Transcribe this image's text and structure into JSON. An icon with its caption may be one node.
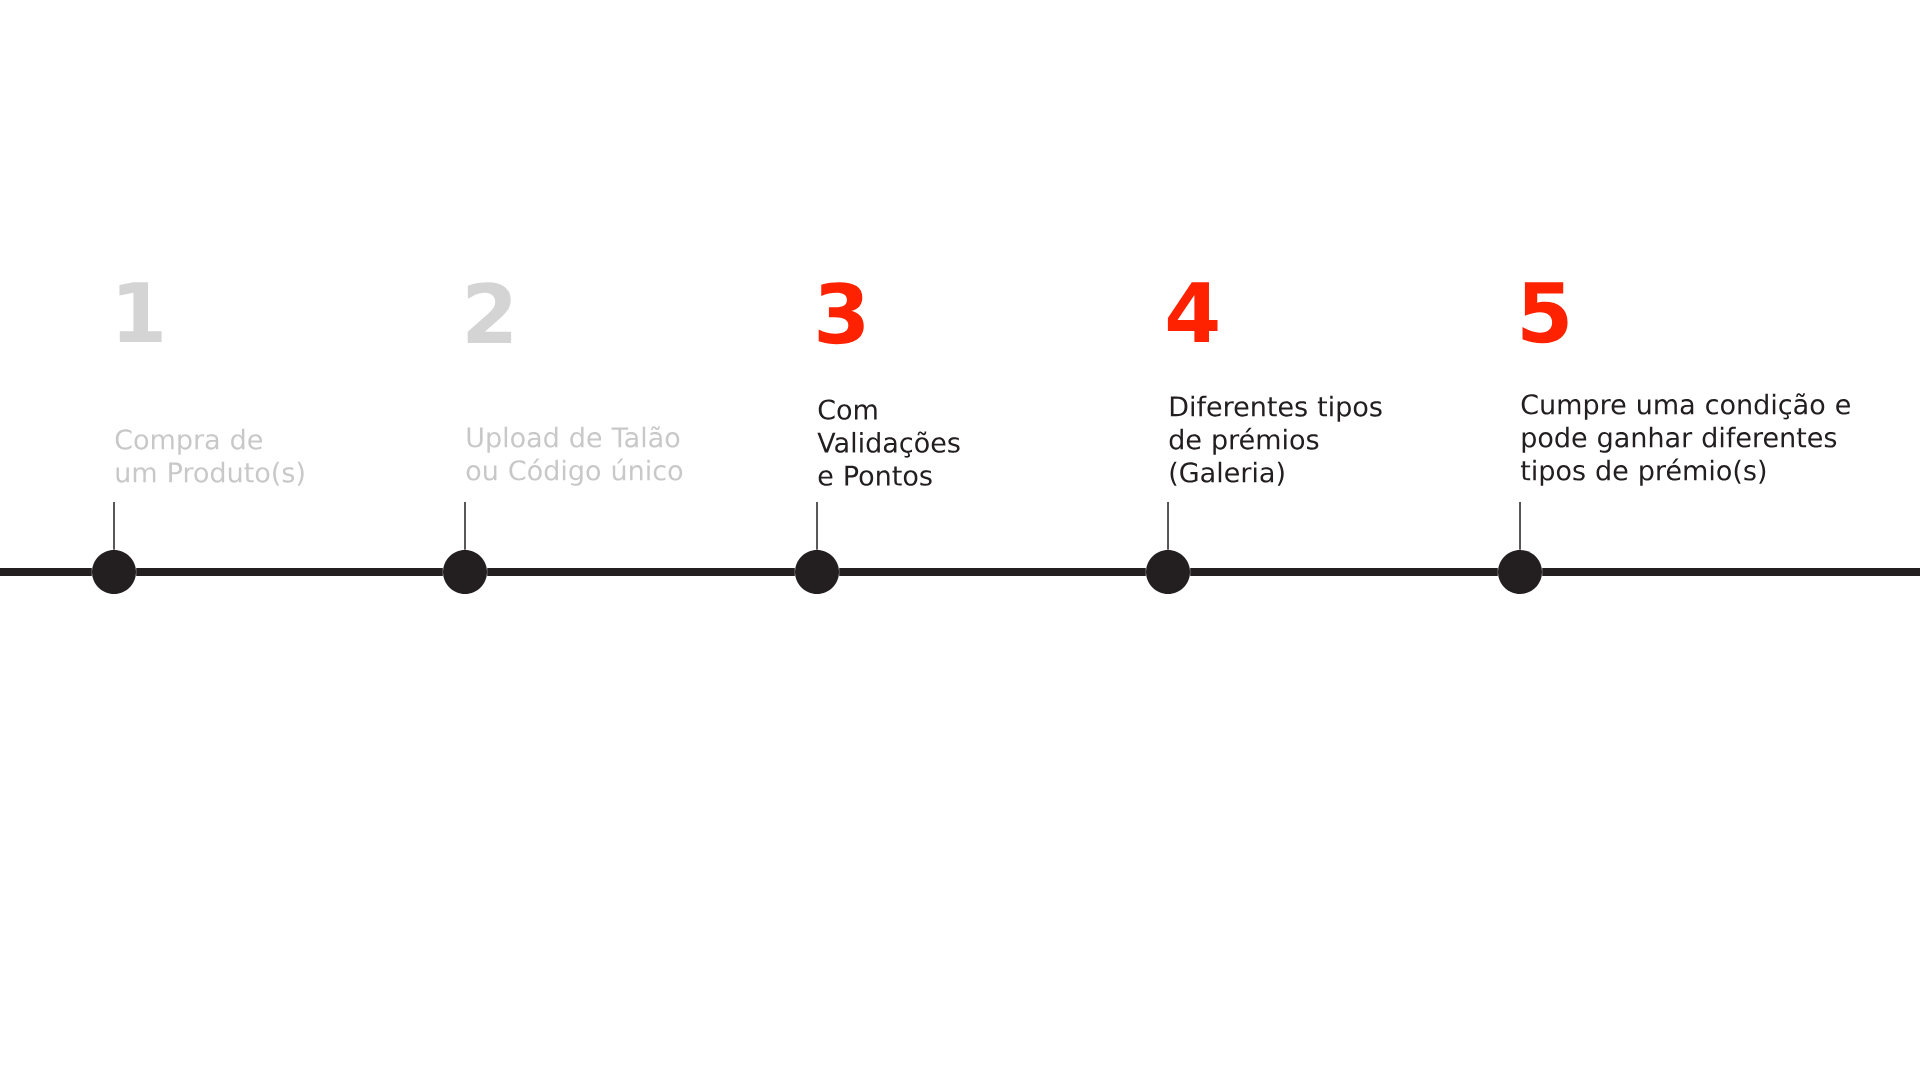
{
  "diagram": {
    "nodes": [
      {
        "text": [
          "1",
          "Compra de um Produto(s)"
        ]
      },
      {
        "text": [
          "2",
          "Upload de Talão ou Código único"
        ]
      },
      {
        "text": [
          "3",
          "Com Validações e Pontos"
        ]
      },
      {
        "text": [
          "4",
          "Diferentes tipos de prémios (Galeria)"
        ]
      },
      {
        "text": [
          "5",
          "Cumpre uma condição e pode ganhar diferentes tipos de prémio(s)"
        ]
      },
      {
        "text": [],
        "shape": "circle"
      },
      {
        "text": [],
        "shape": "circle"
      },
      {
        "text": [],
        "shape": "circle"
      },
      {
        "text": [],
        "shape": "circle"
      },
      {
        "text": [],
        "shape": "circle"
      }
    ],
    "edges": [
      {
        "from": 0,
        "to": 5,
        "arrow": "none"
      },
      {
        "from": 1,
        "to": 6,
        "arrow": "none"
      },
      {
        "from": 2,
        "to": 7,
        "arrow": "none"
      },
      {
        "from": 3,
        "to": 8,
        "arrow": "none"
      },
      {
        "from": 4,
        "to": 9,
        "arrow": "none"
      },
      {
        "from": null,
        "to": 5,
        "arrow": "none"
      },
      {
        "from": 5,
        "to": 6,
        "arrow": "none"
      },
      {
        "from": 6,
        "to": 7,
        "arrow": "none"
      },
      {
        "from": 7,
        "to": 8,
        "arrow": "none"
      },
      {
        "from": 8,
        "to": 9,
        "arrow": "none"
      },
      {
        "from": 9,
        "to": null,
        "arrow": "none"
      }
    ]
  }
}
